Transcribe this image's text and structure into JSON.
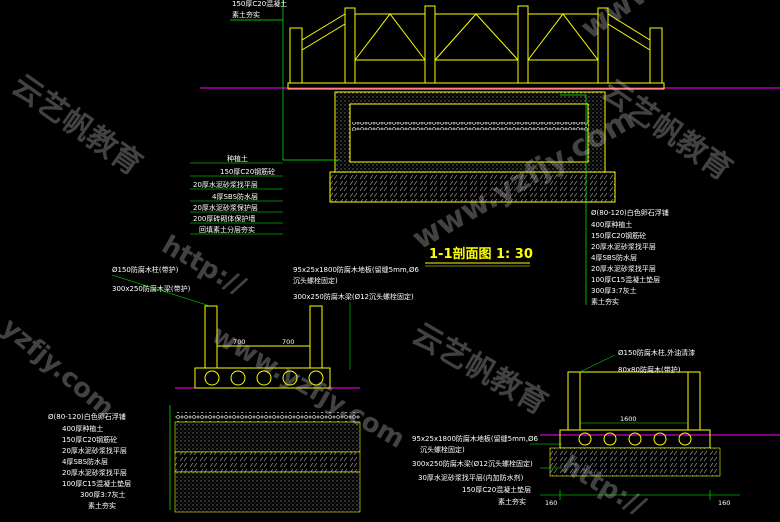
{
  "section_title": "1-1剖面图 1: 30",
  "top_labels": [
    "150厚C20混凝土",
    "素土夯实"
  ],
  "left_top_layers": [
    "种植土",
    "150厚C20钢筋砼",
    "20厚水泥砂浆找平层",
    "4厚SBS防水层",
    "20厚水泥砂浆保护层",
    "200厚砖砌体保护墙",
    "回填素土分层夯实"
  ],
  "right_top_layers": [
    "Ø(80-120)白色卵石浮铺",
    "400厚种植土",
    "150厚C20钢筋砼",
    "20厚水泥砂浆找平层",
    "4厚SBS防水层",
    "20厚水泥砂浆找平层",
    "100厚C15混凝土垫层",
    "300厚3:7灰土",
    "素土夯实"
  ],
  "bottom_left_top": [
    "Ø150防腐木柱(带护)",
    "300x250防腐木梁(带护)"
  ],
  "bottom_left_deck": [
    "95x25x1800防腐木地板(留缝5mm,Ø6",
    "沉头螺栓固定)",
    "300x250防腐木梁(Ø12沉头螺栓固定)"
  ],
  "bottom_left_layers": [
    "Ø(80-120)白色卵石浮铺",
    "400厚种植土",
    "150厚C20钢筋砼",
    "20厚水泥砂浆找平层",
    "4厚SBS防水层",
    "20厚水泥砂浆找平层",
    "100厚C15混凝土垫层",
    "300厚3:7灰土",
    "素土夯实"
  ],
  "dims_left": [
    "700",
    "700"
  ],
  "bottom_right_top": [
    "Ø150防腐木柱,外油清漆",
    "80x80防腐木(带护)"
  ],
  "bottom_right_dim": "1600",
  "bottom_right_layers": [
    "95x25x1800防腐木地板(留缝5mm,Ø6",
    "沉头螺栓固定)",
    "300x250防腐木梁(Ø12沉头螺栓固定)",
    "30厚水泥砂浆找平层(内加防水剂)",
    "150厚C20混凝土垫层",
    "素土夯实"
  ],
  "bottom_right_bottom_dims": [
    "160",
    "160"
  ],
  "watermarks": [
    "www.yzfjy.com",
    "云艺帆教育",
    "http://",
    "yzfjy.com"
  ],
  "colors": {
    "background": "#000000",
    "structure": "#ffff00",
    "leader": "#00ff00",
    "ground": "#ff00ff",
    "text": "#ffffff"
  }
}
